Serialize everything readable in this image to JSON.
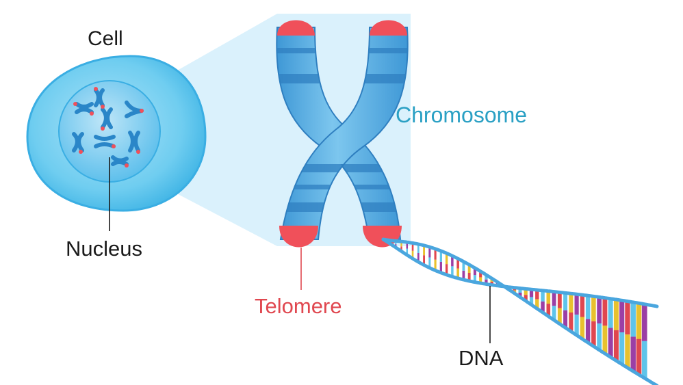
{
  "labels": {
    "cell": "Cell",
    "nucleus": "Nucleus",
    "chromosome": "Chromosome",
    "telomere": "Telomere",
    "dna": "DNA"
  },
  "colors": {
    "cytoplasm": "#5cc4ec",
    "nucleus": "#3aa9e0",
    "chromosome": "#4aa6de",
    "chromosome_band": "#2f7fc0",
    "telomere": "#f0505a",
    "zoom_cone": "#d4eefb",
    "dna_backbone": "#4aa6de",
    "base_pair_colors": [
      "#e8c12e",
      "#9b3fa5",
      "#e0474f",
      "#5fc4ea"
    ],
    "telomere_label": "#e0474f",
    "chromosome_label": "#2aa0c4"
  }
}
